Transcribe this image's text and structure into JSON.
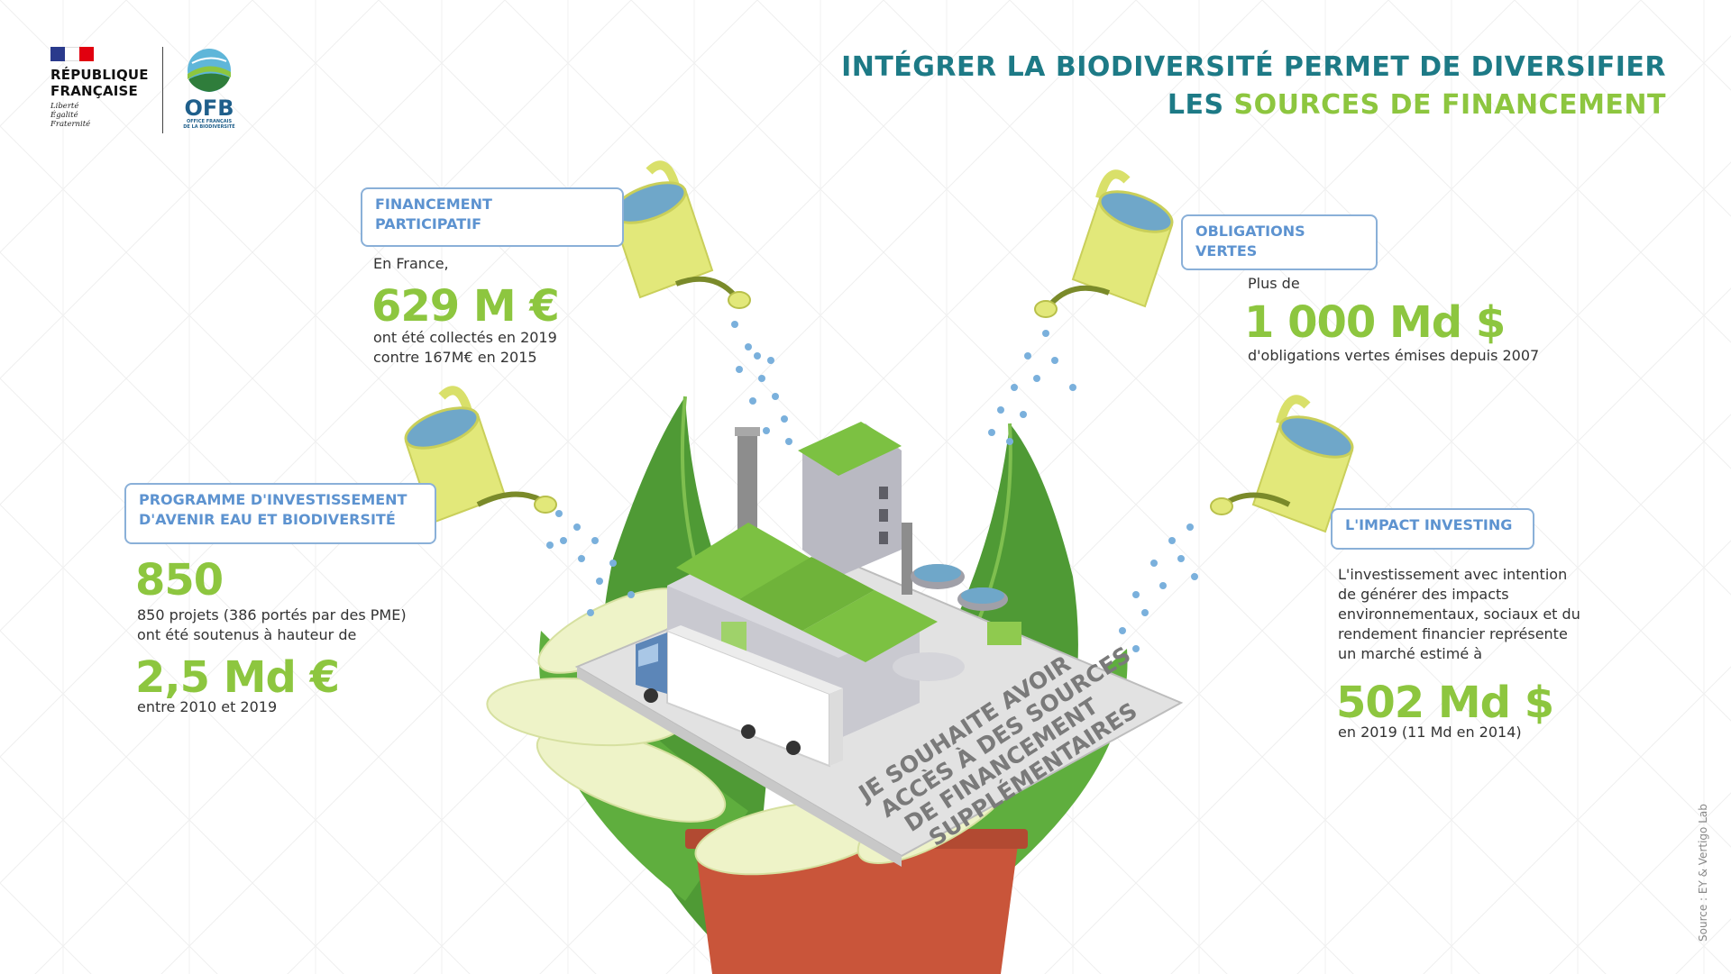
{
  "header": {
    "rf_name_line1": "RÉPUBLIQUE",
    "rf_name_line2": "FRANÇAISE",
    "rf_motto_1": "Liberté",
    "rf_motto_2": "Égalité",
    "rf_motto_3": "Fraternité",
    "ofb_name": "OFB",
    "ofb_sub_1": "OFFICE FRANÇAIS",
    "ofb_sub_2": "DE LA BIODIVERSITÉ"
  },
  "title": {
    "line1": "INTÉGRER LA BIODIVERSITÉ PERMET DE DIVERSIFIER",
    "line2_prefix": "LES ",
    "line2_highlight": "SOURCES DE FINANCEMENT"
  },
  "blocks": {
    "participatif": {
      "label_1": "FINANCEMENT",
      "label_2": "PARTICIPATIF",
      "intro": "En France,",
      "figure": "629 M €",
      "desc_1": "ont été collectés en 2019",
      "desc_2": "contre 167M€ en 2015"
    },
    "obligations": {
      "label_1": "OBLIGATIONS",
      "label_2": "VERTES",
      "intro": "Plus de",
      "figure": "1 000 Md $",
      "desc_1": "d'obligations vertes émises depuis 2007"
    },
    "programme": {
      "label_1": "PROGRAMME D'INVESTISSEMENT",
      "label_2": "D'AVENIR EAU ET BIODIVERSITÉ",
      "figure_1": "850",
      "desc_1": "850 projets (386 portés par des PME)",
      "desc_2": "ont été soutenus à hauteur de",
      "figure_2": "2,5 Md €",
      "desc_3": "entre 2010 et 2019"
    },
    "impact": {
      "label": "L'IMPACT INVESTING",
      "desc_1": "L'investissement avec intention",
      "desc_2": "de générer des impacts",
      "desc_3": "environnementaux, sociaux et du",
      "desc_4": "rendement financier représente",
      "desc_5": "un marché estimé à",
      "figure": "502 Md $",
      "desc_6": "en 2019 (11 Md en 2014)"
    }
  },
  "sign": {
    "line1": "JE SOUHAITE AVOIR",
    "line2": "ACCÈS À DES SOURCES",
    "line3": "DE FINANCEMENT",
    "line4": "SUPPLÉMENTAIRES"
  },
  "source": "Source : EY & Vertigo Lab",
  "colors": {
    "title_dark": "#1d7a86",
    "title_green": "#8dc63f",
    "label_blue": "#5d93d0",
    "can_yellow": "#e2e87a",
    "leaf_green": "#5fa33a",
    "pot": "#c9553a"
  },
  "icons": [
    "marianne-flag",
    "ofb-globe",
    "watering-can",
    "water-drop",
    "factory",
    "truck",
    "plant-pot",
    "leaf",
    "flower-petal"
  ]
}
